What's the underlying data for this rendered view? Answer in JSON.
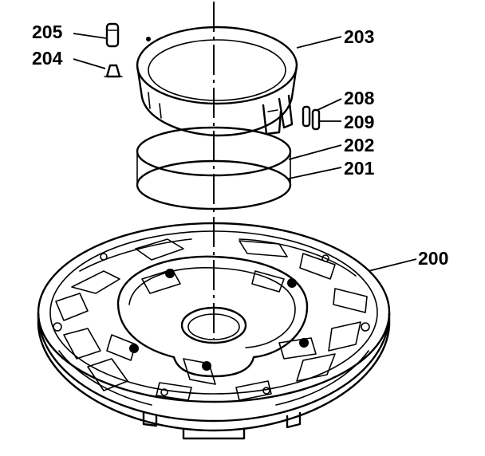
{
  "diagram": {
    "parts": [
      {
        "id": "p200",
        "label": "200"
      },
      {
        "id": "p201",
        "label": "201"
      },
      {
        "id": "p202",
        "label": "202"
      },
      {
        "id": "p203",
        "label": "203"
      },
      {
        "id": "p204",
        "label": "204"
      },
      {
        "id": "p205",
        "label": "205"
      },
      {
        "id": "p208",
        "label": "208"
      },
      {
        "id": "p209",
        "label": "209"
      }
    ]
  }
}
